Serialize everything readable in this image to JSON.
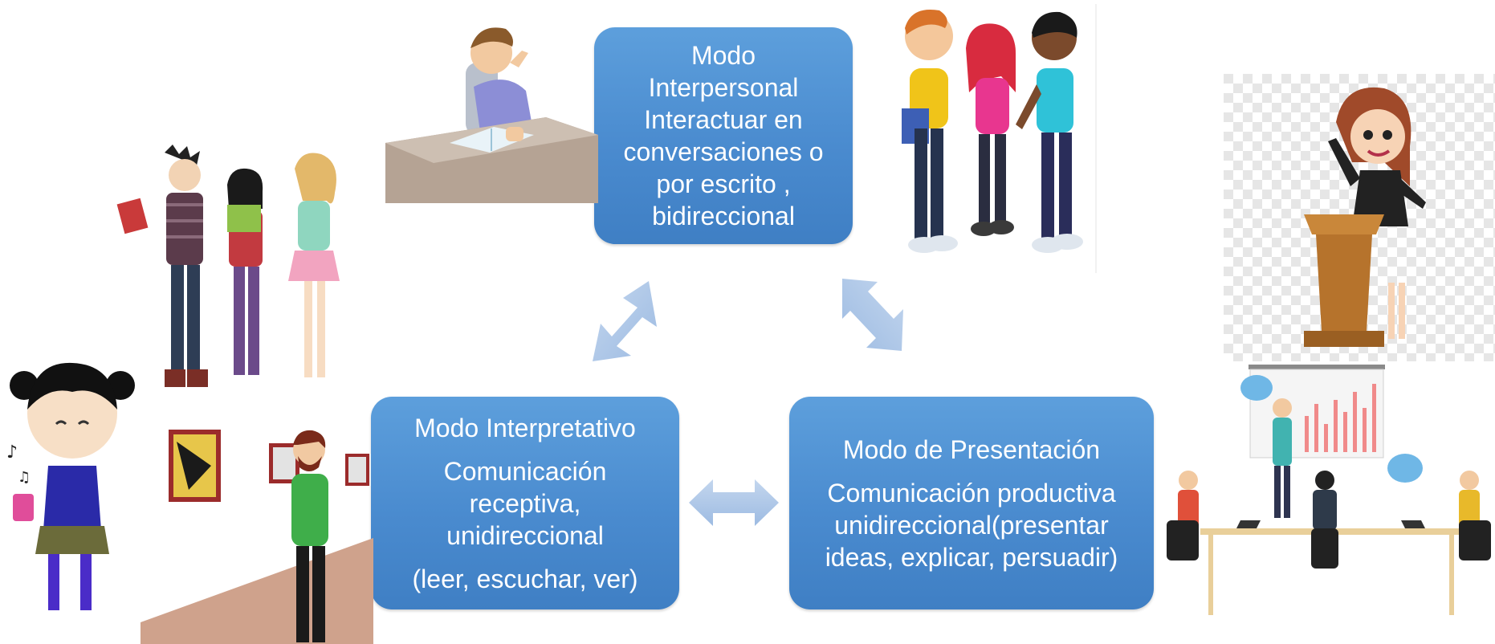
{
  "interpersonal": {
    "title": "Modo",
    "title2": "Interpersonal",
    "lines": [
      "Interactuar en",
      "conversaciones o",
      "por escrito ,",
      "bidireccional"
    ]
  },
  "interpretativo": {
    "title": "Modo Interpretativo",
    "lines": [
      "Comunicación",
      "receptiva,",
      "unidireccional"
    ],
    "extra": "(leer, escuchar, ver)"
  },
  "presentacion": {
    "title": "Modo de Presentación",
    "lines": [
      "Comunicación productiva",
      "unidireccional(presentar",
      "ideas, explicar, persuadir)"
    ]
  },
  "colors": {
    "box": "#4a8bcf",
    "arrow": "#a9c4e6",
    "text": "#ffffff"
  },
  "icons": [
    "reading-student-illustration",
    "talking-friends-illustration",
    "reading-teens-illustration",
    "music-girl-illustration",
    "museum-visitor-illustration",
    "speaker-podium-illustration",
    "presentation-meeting-illustration"
  ]
}
